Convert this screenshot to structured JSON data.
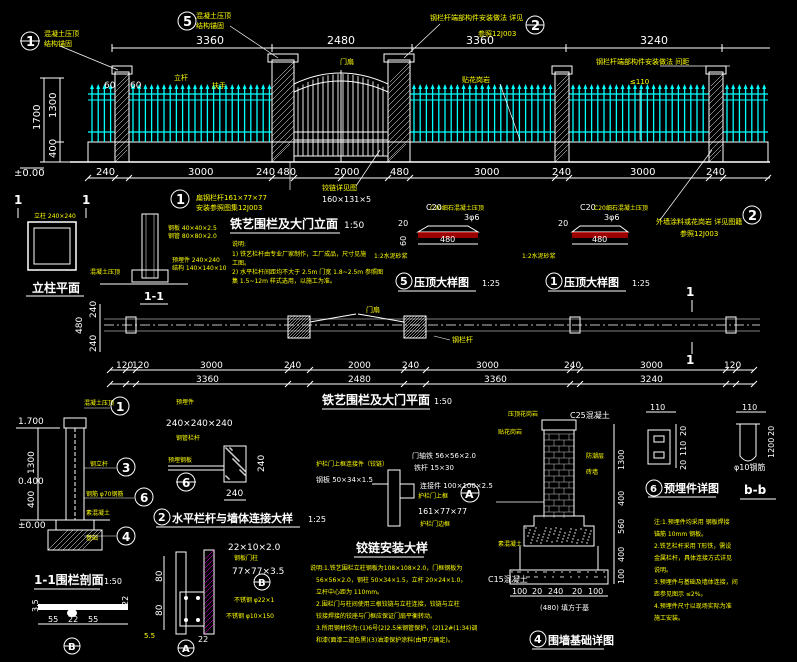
{
  "drawing": {
    "title_elevation": "铁艺围栏及大门立面",
    "scale_elevation": "1:50",
    "title_plan": "铁艺围栏及大门平面",
    "scale_plan": "1:50",
    "title_1_1": "1-1",
    "title_section_1_1": "1-1围栏剖面",
    "scale_section_1_1": "1:50",
    "title_column_plan": "立柱平面",
    "title_cap_5": "压顶大样图",
    "scale_cap_5": "1:25",
    "title_cap_1": "压顶大样图",
    "scale_cap_1": "1:25",
    "title_rail_wall": "水平栏杆与墙体连接大样",
    "scale_rail_wall": "1:25",
    "title_hinge": "铰链安装大样",
    "title_embed": "预埋件详图",
    "title_bb": "b-b",
    "title_foundation": "围墙基础详图"
  },
  "callouts": {
    "n1": "1",
    "n2": "2",
    "n5": "5",
    "n3": "3",
    "n4": "4",
    "n6": "6",
    "nA": "A",
    "nB": "B"
  },
  "elevation": {
    "top_dims": [
      "3360",
      "2480",
      "3360",
      "3240"
    ],
    "bottom_dims": [
      "240",
      "3000",
      "240",
      "480",
      "2000",
      "480",
      "3000",
      "240",
      "3000",
      "240"
    ],
    "heights": [
      "1700",
      "1300",
      "400"
    ],
    "level": "±0.00",
    "dim_60a": "60",
    "dim_60b": "60",
    "label_cap": "混凝土压顶",
    "label_mesh": "结构锚固",
    "label_rail": "扶手",
    "label_post": "立杆",
    "label_gate": "门扇",
    "label_stone": "贴花岗岩",
    "label_top_note": "钢栏杆端部构件安装做法 详见",
    "label_top_ref": "参照12J003",
    "label_right_note": "钢栏杆端部构件安装做法 间距",
    "label_right_dim": "≤110",
    "label_right_note2": "外墙涂料或花岗岩 详见图籍",
    "label_right_ref": "参照12J003",
    "label_post_size": "扁钢栏杆161×77×77",
    "label_post_ref": "安装参照图集12J003",
    "label_gate_size": "160×131×5",
    "label_gate_note": "铰链详见图"
  },
  "notes_elevation": [
    "说明:",
    "1) 铁艺栏杆由专业厂家制作，工厂成品，尺寸见施",
    "   工图。",
    "2) 水平栏杆间距均不大于 2.5m 门宽 1.8~2.5m 参照图",
    "   集 1.5~12m 样式选用，以施工为准。"
  ],
  "column_plan": {
    "dims": [
      "1",
      "1"
    ],
    "label": "立柱 240×240"
  },
  "sec_1_1": {
    "label_a": "混凝土压顶",
    "label_b": "钢板 40×40×2.5",
    "label_c": "钢管 80×80×2.0",
    "label_d": "预埋件 240×240",
    "label_e": "结构 140×140×10"
  },
  "cap5": {
    "code": "C20",
    "label": "C20细石混凝土压顶",
    "rebar": "3φ6",
    "dims": [
      "60",
      "20",
      "480"
    ],
    "slope": "1:2水泥砂浆"
  },
  "cap1": {
    "code": "C20",
    "label": "C20细石混凝土压顶",
    "rebar": "3φ6",
    "dims": [
      "20",
      "480"
    ],
    "slope": "1:2水泥砂浆"
  },
  "plan": {
    "dims_top": [
      "120",
      "120",
      "3000",
      "240",
      "2000",
      "240",
      "3000",
      "240",
      "3000",
      "120"
    ],
    "dims_total": [
      "3360",
      "2480",
      "3360",
      "3240"
    ],
    "left_dims": [
      "240",
      "480",
      "240"
    ],
    "gate_label": "门扇",
    "post_label": "钢栏杆"
  },
  "section_1_1_big": {
    "level_top": "1.700",
    "level_mid": "0.400",
    "level_bot": "±0.00",
    "dim_1300": "1300",
    "dim_400": "400",
    "label_cap": "混凝土压顶",
    "label_rail": "钢立杆",
    "label_rebar": "钢筋 φ70钢筋",
    "label_base": "素混凝土",
    "label_found": "基础"
  },
  "detail_b": {
    "dims": [
      "55",
      "22",
      "55"
    ],
    "dim_side": "22",
    "dim_left": "3.5"
  },
  "rail_wall": {
    "label_a": "预埋件",
    "label_b": "240×240×240",
    "label_c": "钢管栏杆",
    "label_d": "预埋钢板",
    "dims": [
      "240",
      "240"
    ]
  },
  "detail_a": {
    "size_top": "22×10×2.0",
    "size_mid": "77×77×3.5",
    "label_a": "钢板门柱",
    "label_b": "不锈钢 φ22×1",
    "label_c": "不锈钢 φ10×150",
    "dims": [
      "80",
      "80"
    ],
    "dim_bottom": "22",
    "dim_5": "5.5"
  },
  "hinge": {
    "label_a": "护栏门上框连接件（铰链）",
    "size_a": "门轴铁 56×56×2.0",
    "size_b": "铁杆 15×30",
    "size_c": "钢板 50×34×1.5",
    "size_d": "连接件 100×100×2.5",
    "size_e": "161×77×77",
    "label_b": "护栏门上框",
    "label_c": "护栏门边框"
  },
  "notes_hinge": [
    "说明:1.铁艺围栏立柱钢板为108×108×2.0，门框钢板为",
    "56×56×2.0，钢柱 50×34×1.5，立杆 20×24×1.0，",
    "立杆中心距为 110mm。",
    "2.围栏门与柱间使用三根铰链与立柱连接，铰链与立柱",
    "   铰接焊接的铰座与门框应保证门扇平衡转动。",
    "3.所用钢材均为:(1)6号(2)2.5米钢管保护，(2)12#(1:34)调",
    "   和漆(面漆二道色黑)(3)油漆保护涂料(由甲方确定)。"
  ],
  "foundation": {
    "label_a": "压顶花岗岩",
    "label_b": "贴花岗岩",
    "label_c": "C25混凝土",
    "label_d": "防潮层",
    "label_e": "砖墙",
    "label_f": "C15混凝土",
    "label_g": "素混凝土",
    "dims_v": [
      "1300",
      "400",
      "560",
      "400",
      "100"
    ],
    "dims_h": [
      "100",
      "20",
      "240",
      "20",
      "100"
    ],
    "dim_base": "(480)",
    "label_base": "(480) 填方于基"
  },
  "embed": {
    "dims_top": [
      "110",
      "110"
    ],
    "dims_side": [
      "20",
      "110",
      "20"
    ],
    "label_a": "φ10钢筋",
    "dims_bb": [
      "20",
      "110",
      "20"
    ],
    "dim_1200": "1200"
  },
  "notes_right": [
    "注:1.预埋件均采用 钢板焊接",
    "     锚筋 10mm 钢板。",
    "2.铁艺栏杆采用 T形铁，需设",
    "   金属栏杆，具体连接方式详见",
    "   说明。",
    "3.预埋件与基础及墙体连接，间",
    "   距参见图示 ≤2%。",
    "4.预埋件尺寸以现场实际为准",
    "   施工安装。"
  ],
  "colors": {
    "line": "#ffffff",
    "text": "#ffff00",
    "fence": "#00ffff",
    "callout": "#00ff00",
    "leader": "#ff0000",
    "hatch": "#ff00ff"
  }
}
